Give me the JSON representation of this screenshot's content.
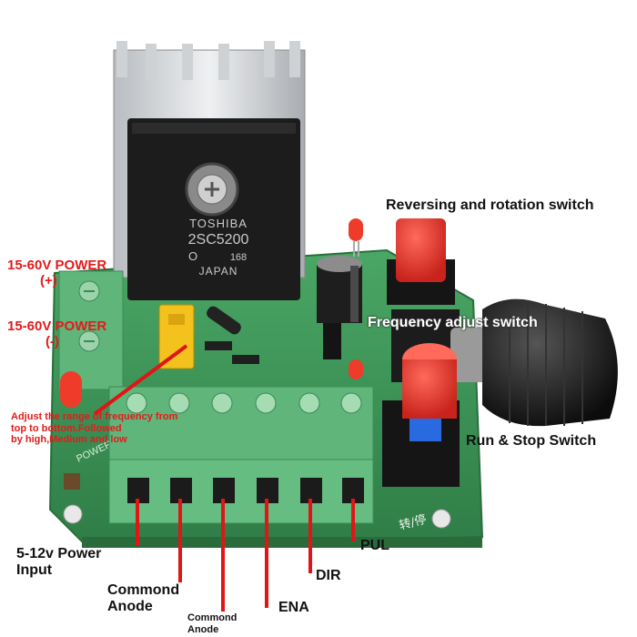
{
  "photo": {
    "transistor": {
      "brand": "TOSHIBA",
      "part": "2SC5200",
      "code_left": "O",
      "code_right": "168",
      "country": "JAPAN"
    },
    "board_marks": {
      "power_silk": "POWER",
      "bottom_silk": "转/停"
    }
  },
  "callouts": {
    "power_plus": [
      "15-60V POWER",
      "(+)"
    ],
    "power_minus": [
      "15-60V POWER",
      "(-)"
    ],
    "frequency_range_note": [
      "Adjust the range of frequency from",
      "top to bottom.Followed",
      "by high,Medium and low"
    ],
    "reversing_switch": "Reversing and rotation switch",
    "frequency_adjust": "Frequency adjust switch",
    "run_stop": "Run & Stop Switch",
    "pin_power_input": [
      "5-12v Power",
      "Input"
    ],
    "pin_common_anode_1": [
      "Commond",
      "Anode"
    ],
    "pin_common_anode_2": [
      "Commond",
      "Anode"
    ],
    "pin_ena": "ENA",
    "pin_dir": "DIR",
    "pin_pul": "PUL"
  },
  "colors": {
    "board": "#3f9a5a",
    "terminal": "#5fb57a",
    "arrow": "#e01515",
    "callout_red": "#e21b1b"
  }
}
